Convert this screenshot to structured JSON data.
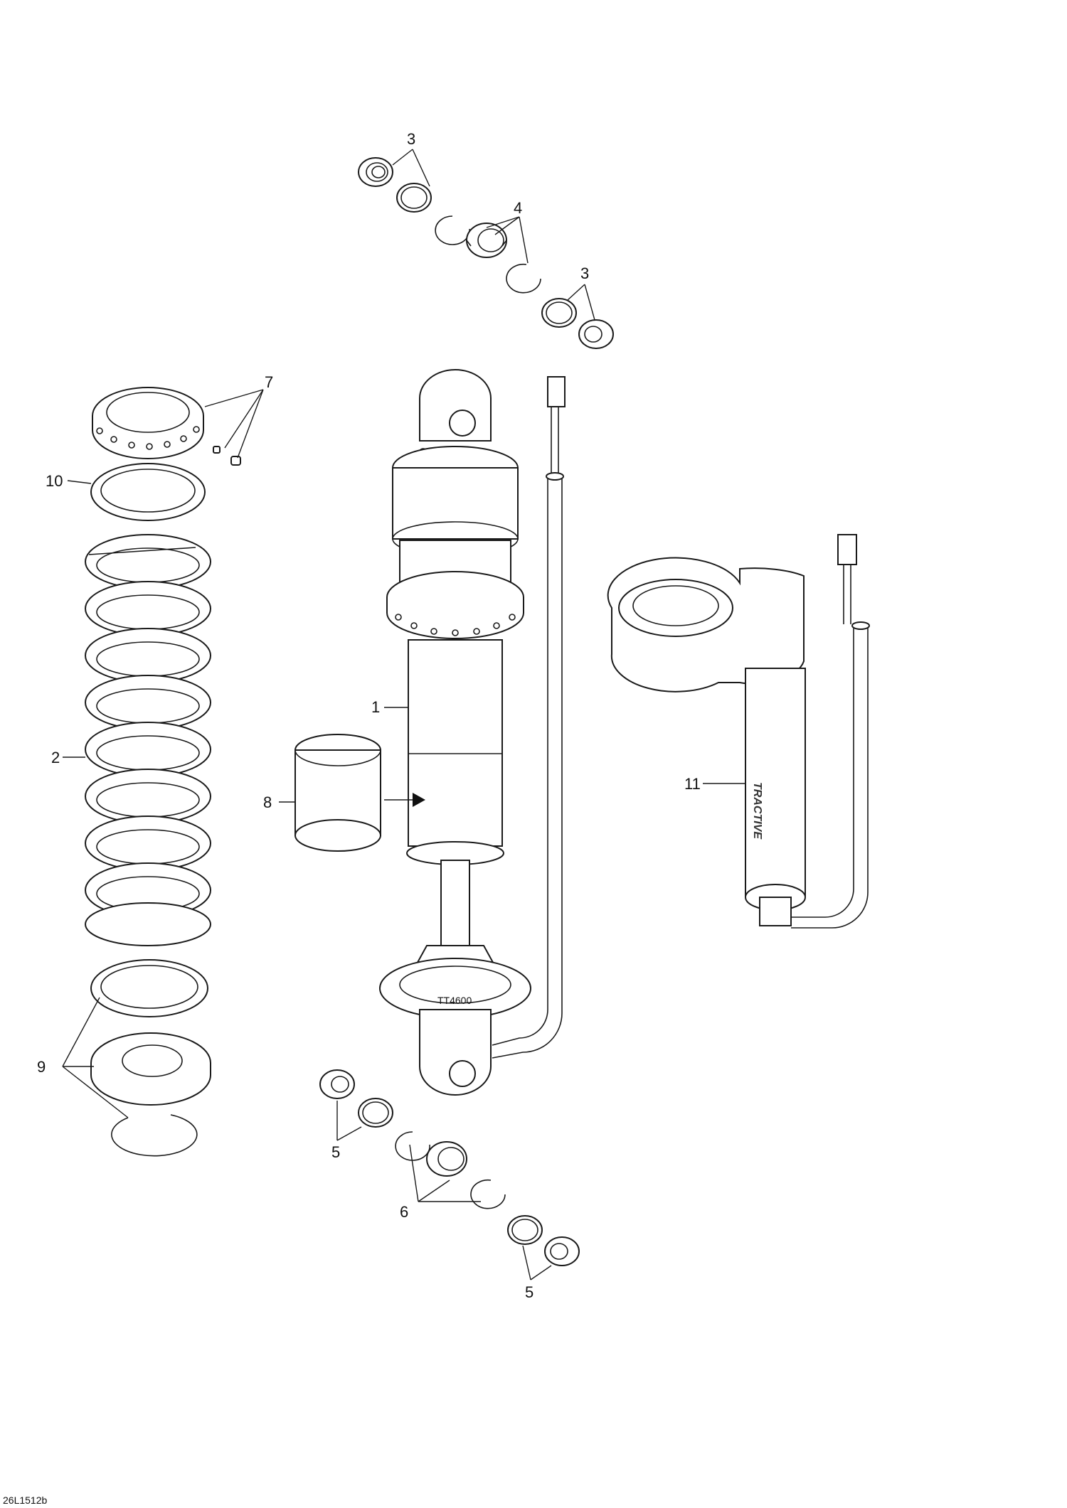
{
  "diagram": {
    "reference_code": "26L1512b",
    "brand_text": "TRACTIVE",
    "callouts": [
      {
        "id": "c1",
        "label": "1"
      },
      {
        "id": "c2",
        "label": "2"
      },
      {
        "id": "c3a",
        "label": "3"
      },
      {
        "id": "c3b",
        "label": "3"
      },
      {
        "id": "c4",
        "label": "4"
      },
      {
        "id": "c5a",
        "label": "5"
      },
      {
        "id": "c5b",
        "label": "5"
      },
      {
        "id": "c6",
        "label": "6"
      },
      {
        "id": "c7",
        "label": "7"
      },
      {
        "id": "c8",
        "label": "8"
      },
      {
        "id": "c9",
        "label": "9"
      },
      {
        "id": "c10",
        "label": "10"
      },
      {
        "id": "c11",
        "label": "11"
      }
    ]
  }
}
